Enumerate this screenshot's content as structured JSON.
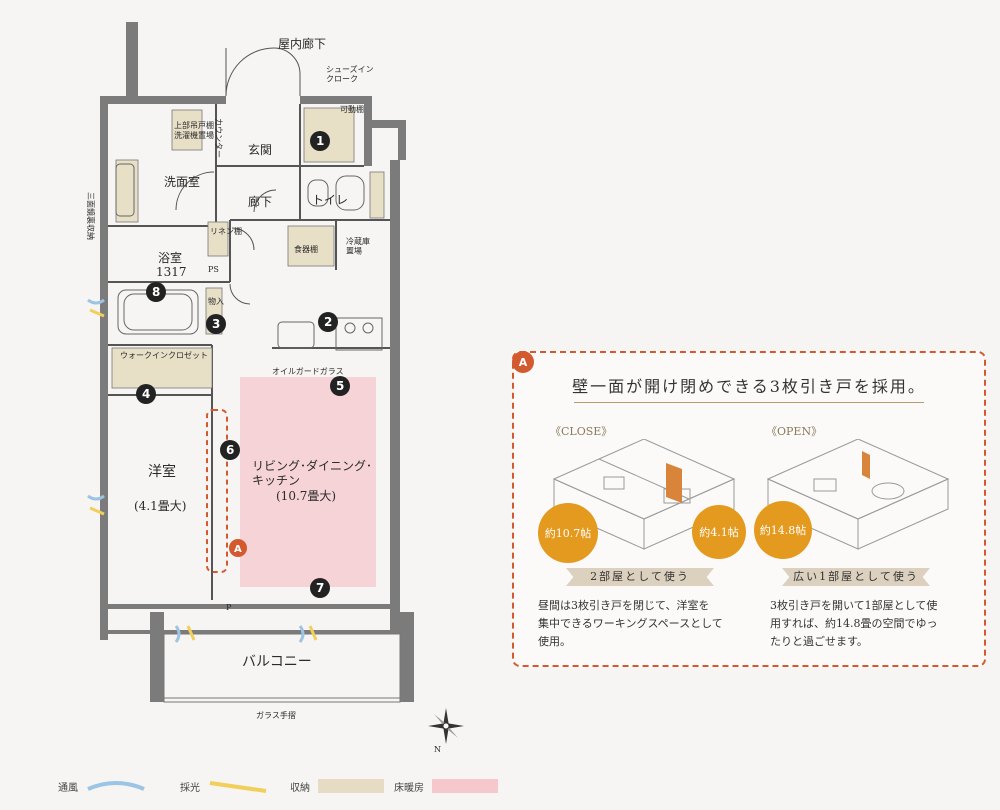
{
  "plan": {
    "corridor_label": "屋内廊下",
    "shoes_in_label": "シューズイン\nクローク",
    "counter_label": "カウンター",
    "movable_shelf_label": "可動棚",
    "upper_cabinet_label": "上部吊戸棚",
    "laundry_label": "洗濯機置場",
    "entrance_label": "玄関",
    "washroom_label": "洗面室",
    "hallway_label": "廊下",
    "toilet_label": "トイレ",
    "mirror_storage_label": "三面鏡裏収納",
    "linen_label": "リネン棚",
    "bath_label": "浴室",
    "bath_size": "1317",
    "ps_label": "PS",
    "dish_shelf_label": "食器棚",
    "fridge_label": "冷蔵庫\n置場",
    "storage_label": "物入",
    "wic_label": "ウォークインクロゼット",
    "oil_guard_label": "オイルガードガラス",
    "western_room_label": "洋室",
    "western_room_size": "(4.1畳大)",
    "ldk_label": "リビング･ダイニング･\nキッチン",
    "ldk_size": "(10.7畳大)",
    "p_label": "P",
    "balcony_label": "バルコニー",
    "glass_rail_label": "ガラス手摺",
    "north_label": "N",
    "a_marker": "A"
  },
  "markers": [
    "1",
    "2",
    "3",
    "4",
    "5",
    "6",
    "7",
    "8"
  ],
  "panel": {
    "badge": "A",
    "title": "壁一面が開け閉めできる3枚引き戸を採用。",
    "close_label": "《CLOSE》",
    "open_label": "《OPEN》",
    "close_big": "約10.7帖",
    "close_small": "約4.1帖",
    "open_big": "約14.8帖",
    "close_ribbon": "2部屋として使う",
    "open_ribbon": "広い1部屋として使う",
    "close_desc": "昼間は3枚引き戸を閉じて、洋室を\n集中できるワーキングスペースとして\n使用。",
    "open_desc": "3枚引き戸を開いて1部屋として使\n用すれば、約14.8畳の空間でゆっ\nたりと過ごせます。"
  },
  "legend": [
    {
      "label": "通風",
      "color": "#9cc4e4"
    },
    {
      "label": "採光",
      "color": "#f2cf5b"
    },
    {
      "label": "収納",
      "color": "#e6dcc3"
    },
    {
      "label": "床暖房",
      "color": "#f6c8cc"
    }
  ],
  "colors": {
    "accent": "#d35a2f",
    "orange_circle": "#e49a1f",
    "floor_heating": "#f6d3d6",
    "storage": "#e8dfc7",
    "wall": "#6f6f6f"
  }
}
